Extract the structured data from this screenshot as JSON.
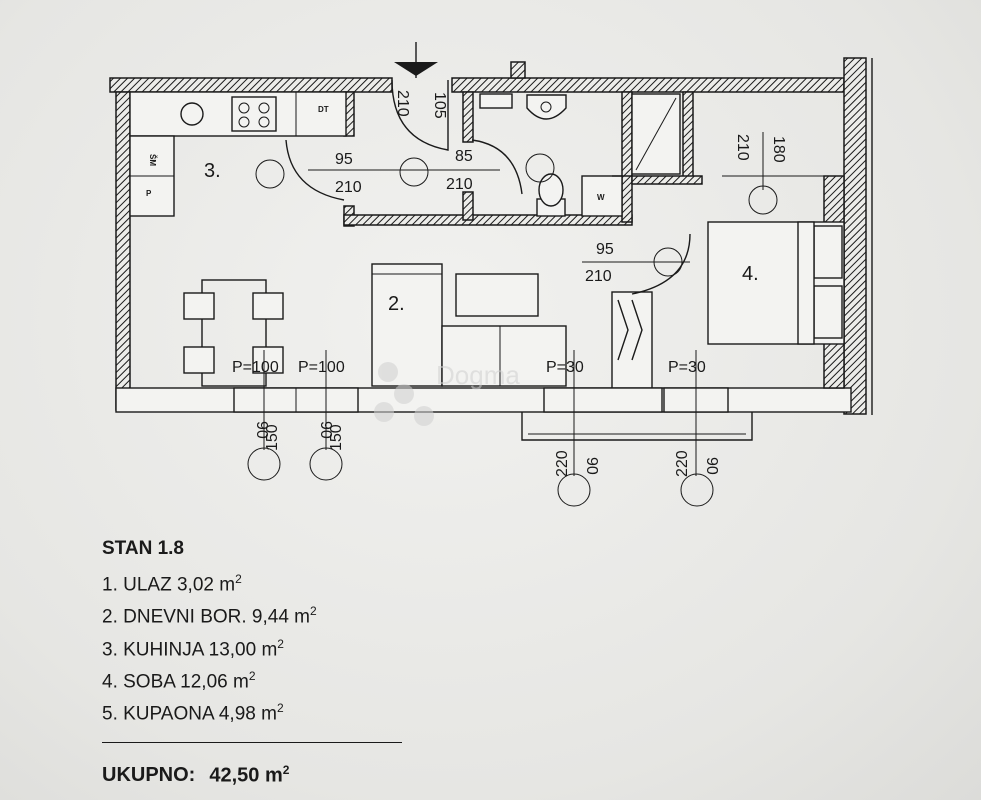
{
  "plan": {
    "rooms": [
      {
        "label": "3."
      },
      {
        "label": "2."
      },
      {
        "label": "4."
      }
    ],
    "kitchen_fixtures": {
      "dishwasher": "DT",
      "washer": "W",
      "box_a": "ŠM",
      "box_b": "P"
    },
    "doors": [
      {
        "width": "105",
        "height": "210"
      },
      {
        "width": "95",
        "height": "210"
      },
      {
        "width": "85",
        "height": "210"
      },
      {
        "width": "95",
        "height": "210"
      },
      {
        "width": "180",
        "height": "210"
      }
    ],
    "windows": [
      {
        "sill": "P=100",
        "width": "150",
        "height": "90"
      },
      {
        "sill": "P=100",
        "width": "150",
        "height": "90"
      },
      {
        "sill": "P=30",
        "width": "220",
        "height": "90"
      },
      {
        "sill": "P=30",
        "width": "220",
        "height": "90"
      }
    ],
    "watermark": "Dogma"
  },
  "legend": {
    "title": "STAN 1.8",
    "items": [
      {
        "text": "1. ULAZ 3,02 m",
        "sup": "2"
      },
      {
        "text": "2. DNEVNI BOR. 9,44 m",
        "sup": "2"
      },
      {
        "text": "3. KUHINJA 13,00 m",
        "sup": "2"
      },
      {
        "text": "4. SOBA 12,06 m",
        "sup": "2"
      },
      {
        "text": "5. KUPAONA 4,98 m",
        "sup": "2"
      }
    ],
    "total_label": "UKUPNO:",
    "total_value": "42,50 m",
    "total_sup": "2"
  }
}
